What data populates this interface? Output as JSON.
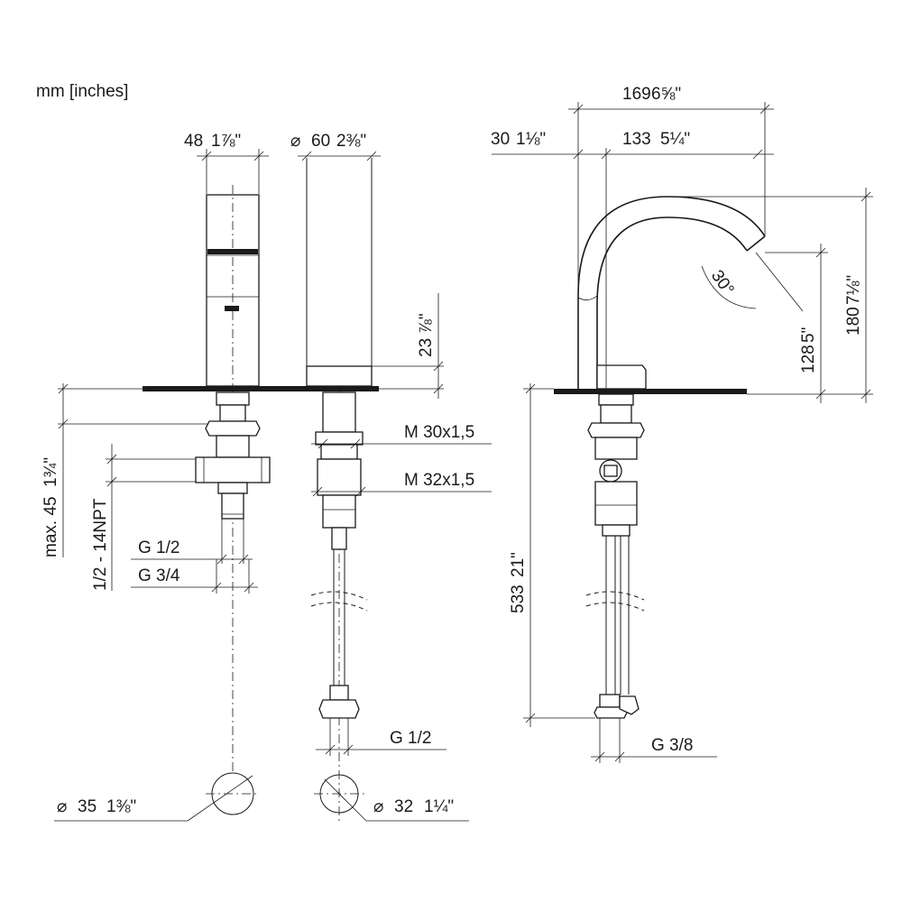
{
  "units_note": "mm [inches]",
  "front_view": {
    "width_mm": "48",
    "width_in": "1⅞\"",
    "stem_max_mm": "max. 45",
    "stem_max_in": "1¾\"",
    "thread_npt": "1/2 - 14NPT",
    "thread_g_half": "G 1/2",
    "thread_g_three_quarter": "G 3/4",
    "hole_diameter_mm": "35",
    "hole_diameter_in": "1⅜\""
  },
  "escutcheon_view": {
    "diameter_mm": "60",
    "diameter_in": "2⅜\"",
    "height_mm": "23",
    "height_in": "⅞\"",
    "thread_m30": "M 30x1,5",
    "thread_m32": "M 32x1,5",
    "thread_g_half": "G 1/2",
    "hole_diameter_mm": "32",
    "hole_diameter_in": "1¼\""
  },
  "side_view": {
    "overall_reach_mm": "169",
    "overall_reach_in": "6⅝\"",
    "base_offset_mm": "30",
    "base_offset_in": "1⅛\"",
    "spout_reach_mm": "133",
    "spout_reach_in": "5¼\"",
    "overall_height_mm": "180",
    "overall_height_in": "7⅛\"",
    "outlet_height_mm": "128",
    "outlet_height_in": "5\"",
    "outlet_angle": "30°",
    "hose_length_mm": "533",
    "hose_length_in": "21\"",
    "thread_g_three_eighth": "G 3/8"
  }
}
